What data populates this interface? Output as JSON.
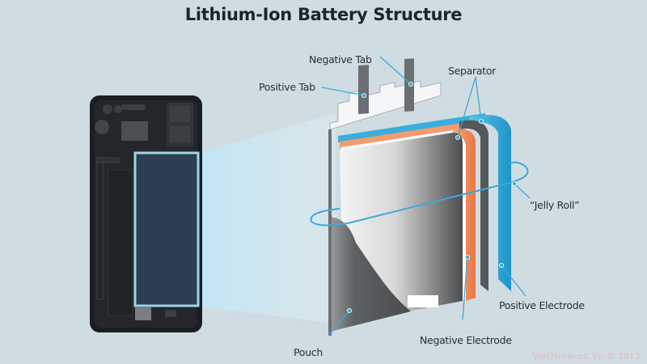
{
  "title": "Lithium-Ion Battery Structure",
  "labels": {
    "negative_tab": "Negative Tab",
    "positive_tab": "Positive Tab",
    "separator": "Separator",
    "jelly_roll": "“Jelly Roll”",
    "positive_electrode": "Positive Electrode",
    "negative_electrode": "Negative Electrode",
    "pouch": "Pouch"
  },
  "watermark": "VietNetwork.Vn © 2013",
  "colors": {
    "background": "#cfdce1",
    "callout_line": "#3fa9d8",
    "positive_electrode": "#2aa3d6",
    "negative_electrode": "#f08a5a",
    "pouch": "#6f7274",
    "phone_body": "#1b1e21",
    "phone_battery": "#2c3e4f"
  }
}
